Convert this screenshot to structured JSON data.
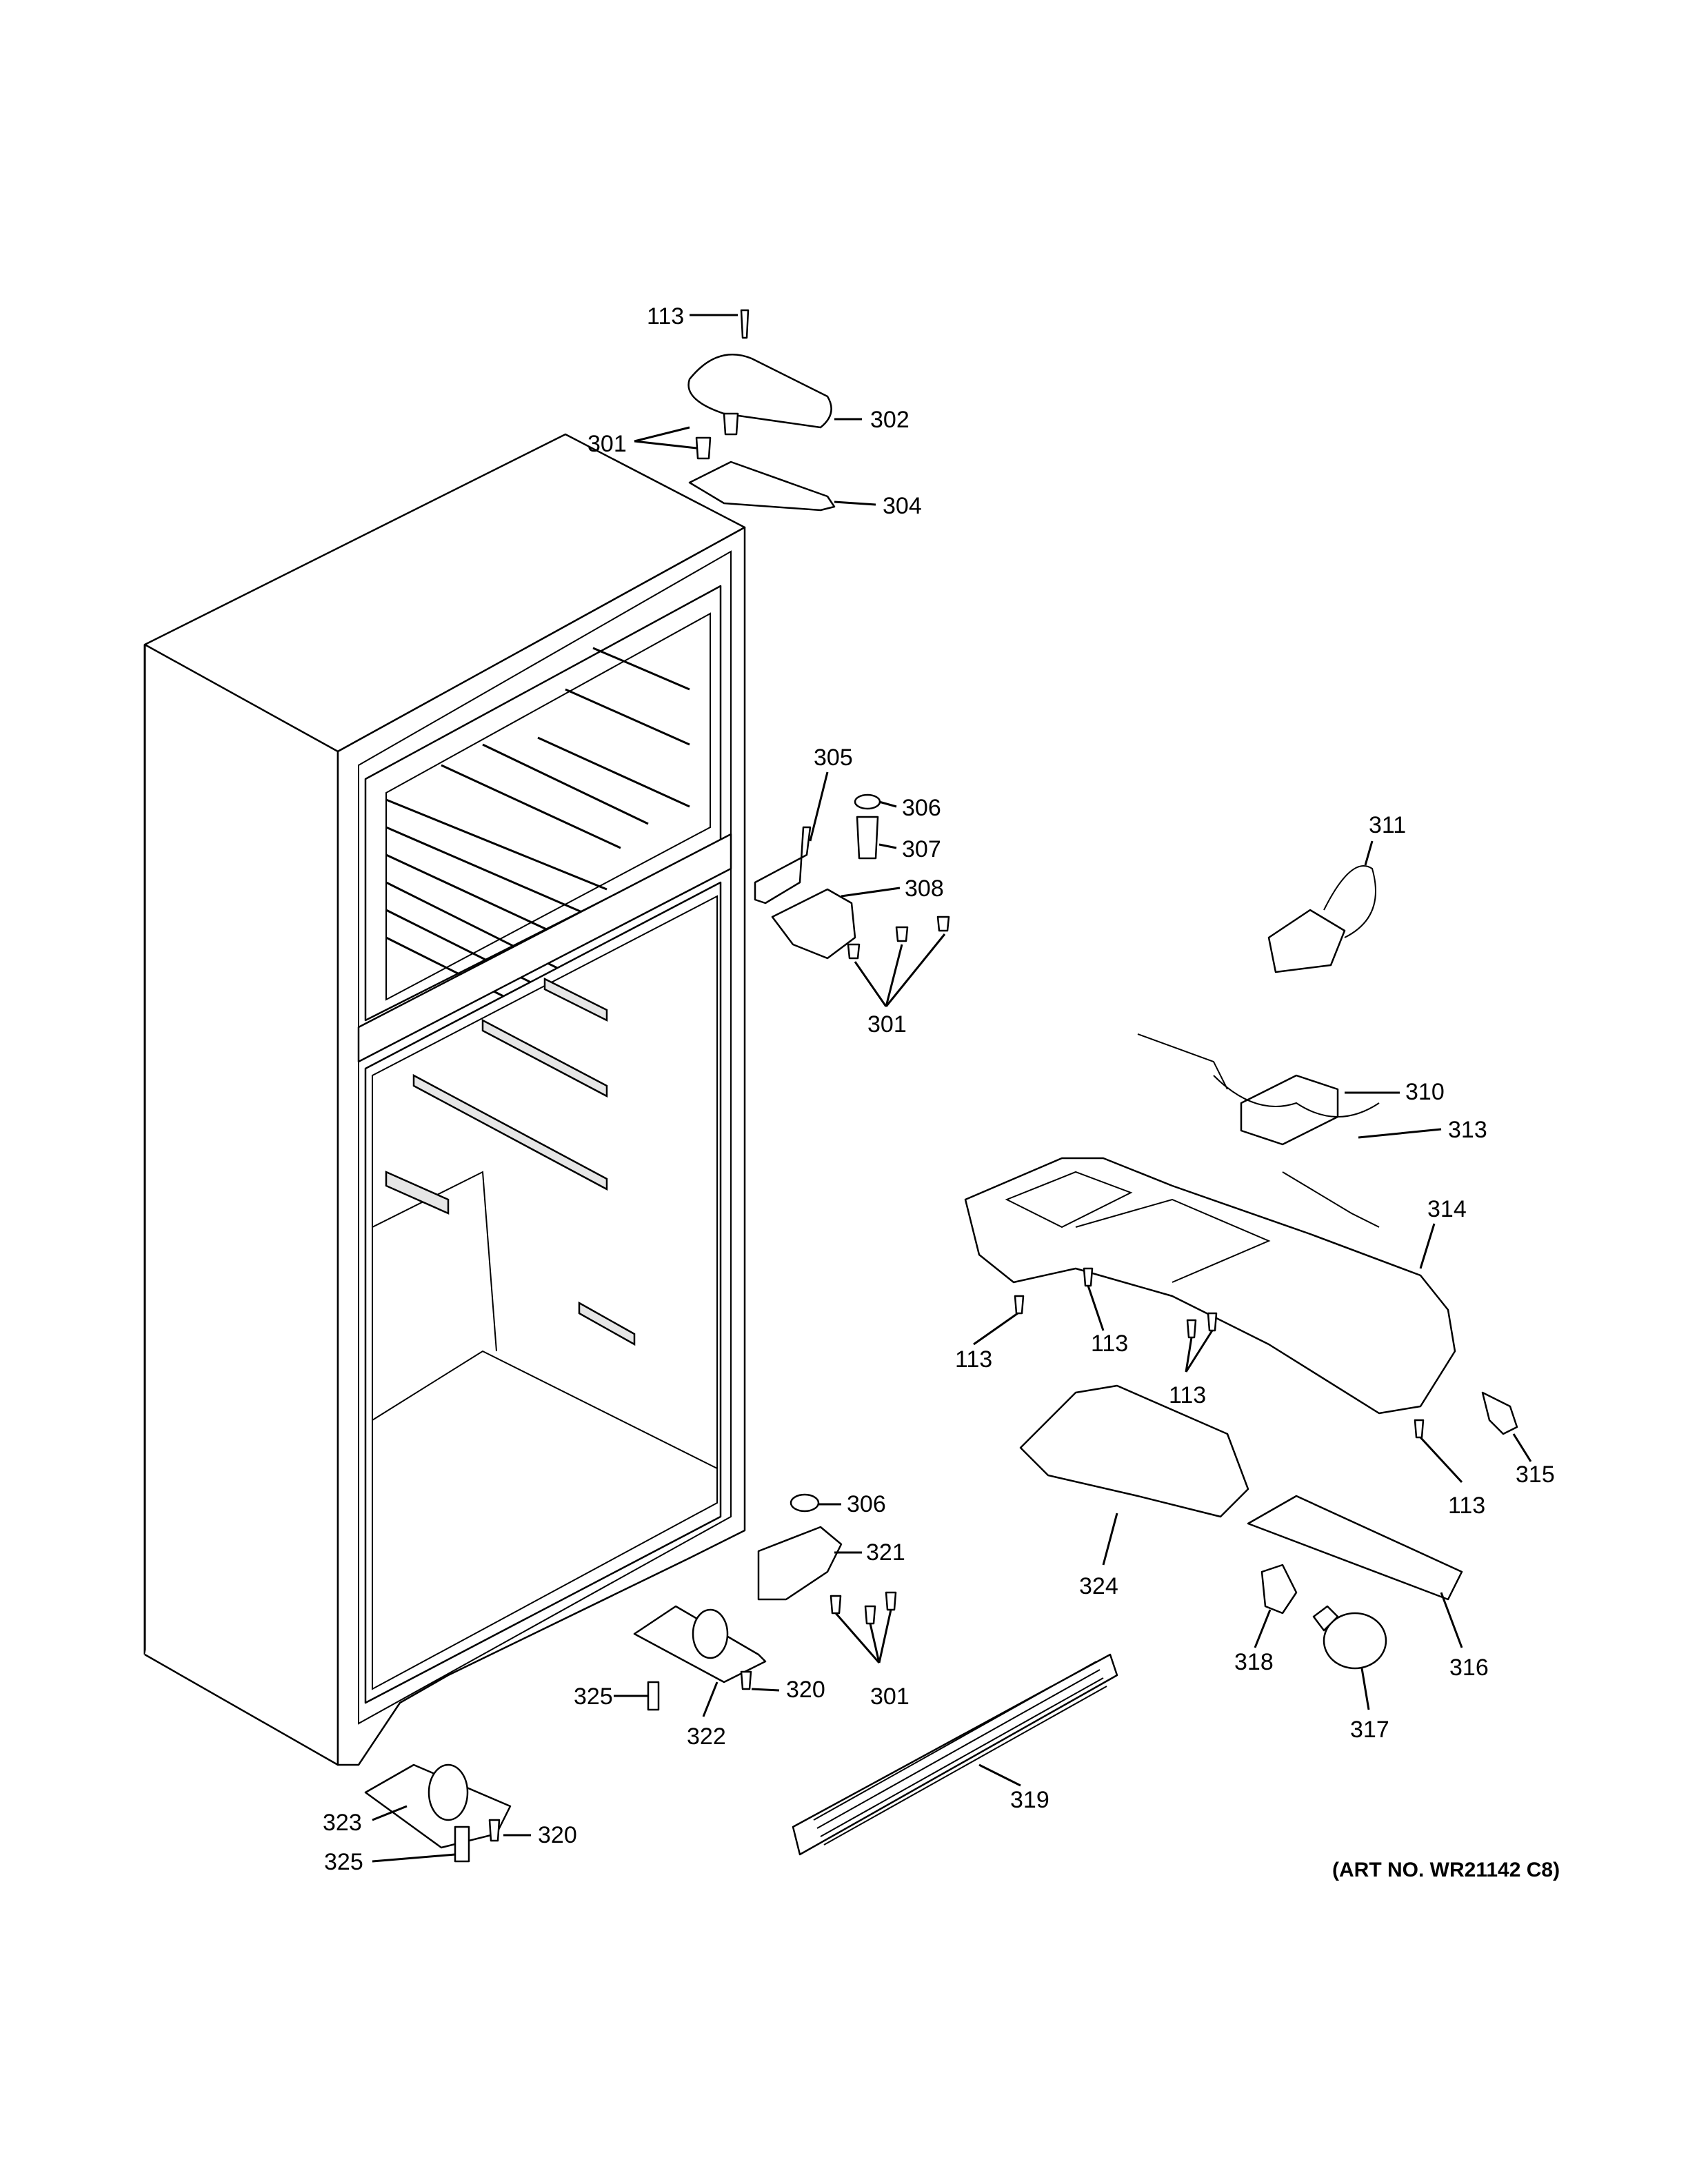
{
  "figure": {
    "art_number": "(ART NO. WR21142 C8)"
  },
  "callouts": {
    "c113_top": "113",
    "c302": "302",
    "c301_top": "301",
    "c304": "304",
    "c305": "305",
    "c306_top": "306",
    "c307": "307",
    "c308": "308",
    "c301_mid": "301",
    "c311": "311",
    "c310": "310",
    "c313": "313",
    "c314": "314",
    "c113_a": "113",
    "c113_b": "113",
    "c113_c": "113",
    "c113_d": "113",
    "c315": "315",
    "c306_bot": "306",
    "c321": "321",
    "c301_bot": "301",
    "c324": "324",
    "c316": "316",
    "c318": "318",
    "c317": "317",
    "c325_mid": "325",
    "c322": "322",
    "c320_mid": "320",
    "c319": "319",
    "c323": "323",
    "c320_bot": "320",
    "c325_bot": "325"
  }
}
